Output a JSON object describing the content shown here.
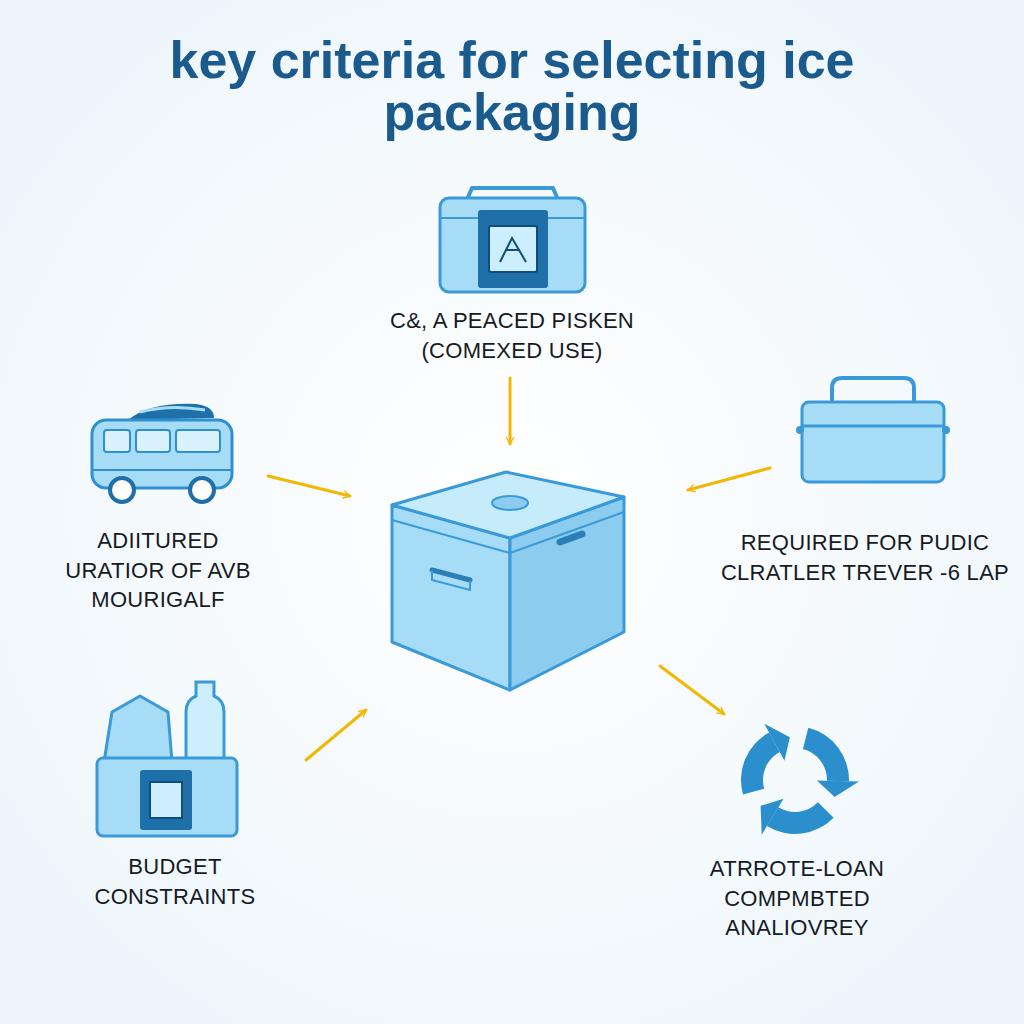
{
  "diagram": {
    "title": "key criteria for selecting ice packaging",
    "nodes": [
      {
        "text": [
          "C&, A PEACED PISKEN (COMEXED USE)"
        ]
      },
      {
        "text": [
          "ADIITURED URATIOR OF AVB MOURIGALF"
        ]
      },
      {
        "text": [
          "REQUIRED FOR PUDIC CLRATLER TREVER -6 LAP"
        ]
      },
      {
        "text": [
          "BUDGET CONSTRAINTS"
        ]
      },
      {
        "text": [
          "ATRROTE-LOAN COMPMBTED ANALIOVREY"
        ]
      }
    ]
  }
}
